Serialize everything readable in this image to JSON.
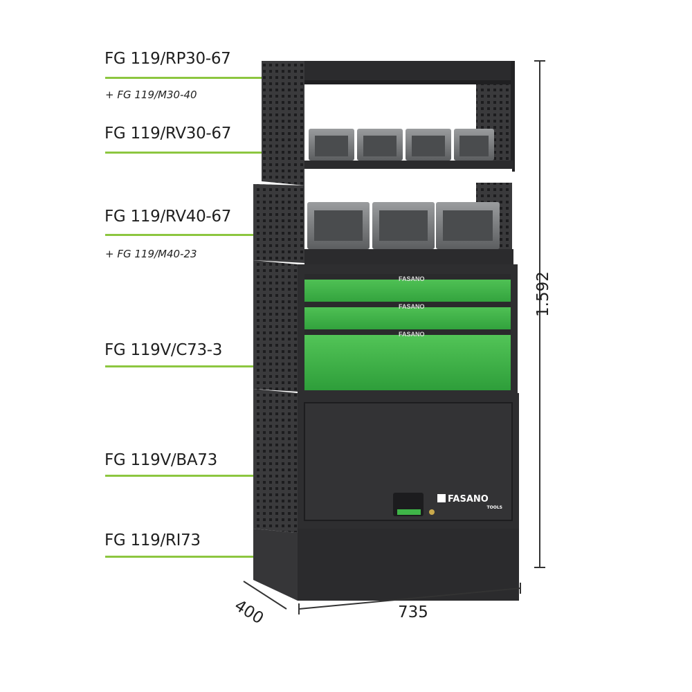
{
  "labels": [
    {
      "code": "FG 119/RP30-67",
      "sub": "+ FG 119/M30-40"
    },
    {
      "code": "FG 119/RV30-67",
      "sub": ""
    },
    {
      "code": "FG 119/RV40-67",
      "sub": "+ FG 119/M40-23"
    },
    {
      "code": "FG 119V/C73-3",
      "sub": ""
    },
    {
      "code": "FG 119V/BA73",
      "sub": ""
    },
    {
      "code": "FG 119/RI73",
      "sub": ""
    }
  ],
  "dimensions": {
    "height": "1.592",
    "width": "735",
    "depth": "400"
  },
  "brand": {
    "logo_text": "FASANO",
    "logo_sub": "TOOLS"
  },
  "drawers": [
    {
      "logo": "FASANO"
    },
    {
      "logo": "FASANO"
    },
    {
      "logo": "FASANO"
    }
  ],
  "colors": {
    "accent": "#8cc63f",
    "drawer_green": "#3fb548",
    "body": "#2e2e30",
    "side": "#3a3a3c"
  }
}
